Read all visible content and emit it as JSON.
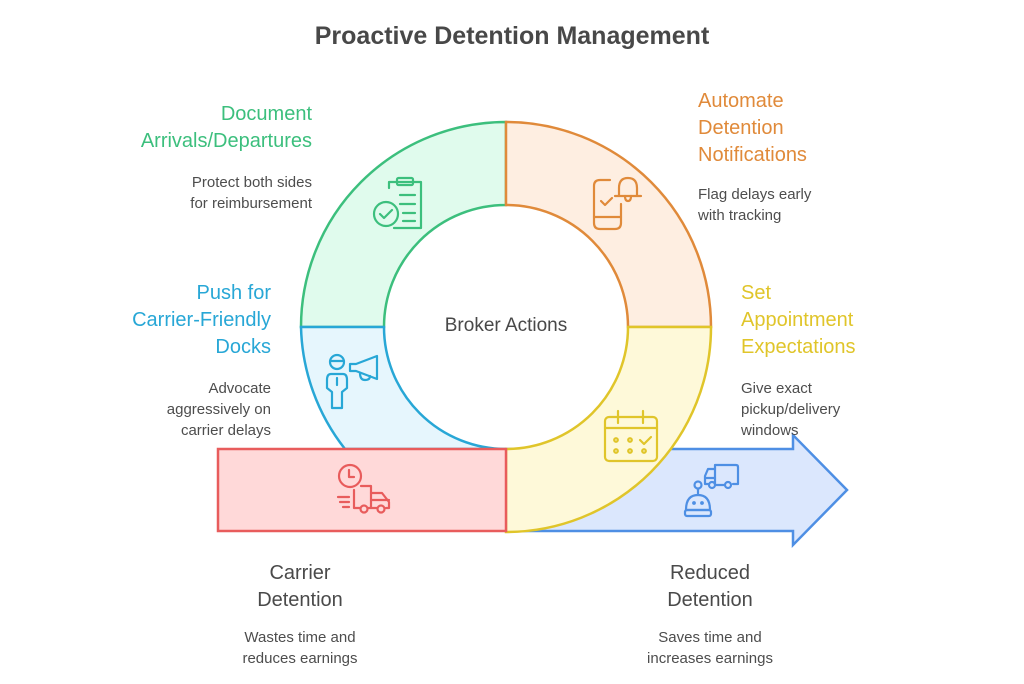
{
  "title": "Proactive Detention Management",
  "center": {
    "label": "Broker Actions"
  },
  "colors": {
    "green": "#3cbf7d",
    "green_fill": "#e0fbed",
    "orange": "#e08a3a",
    "orange_fill": "#feeee1",
    "blue": "#28a7d6",
    "blue_fill": "#e6f6fd",
    "yellow": "#e0c52a",
    "yellow_fill": "#fef9d9",
    "red": "#e85c5c",
    "red_fill": "#ffd9d9",
    "arrow": "#4e8fe4",
    "arrow_fill": "#dbe7fd"
  },
  "segments": [
    {
      "id": "document",
      "title_lines": [
        "Document",
        "Arrivals/Departures"
      ],
      "desc_lines": [
        "Protect both sides",
        "for reimbursement"
      ],
      "icon": "clipboard-check-icon"
    },
    {
      "id": "automate",
      "title_lines": [
        "Automate",
        "Detention",
        "Notifications"
      ],
      "desc_lines": [
        "Flag delays early",
        "with tracking"
      ],
      "icon": "phone-bell-icon"
    },
    {
      "id": "push",
      "title_lines": [
        "Push for",
        "Carrier-Friendly",
        "Docks"
      ],
      "desc_lines": [
        "Advocate",
        "aggressively on",
        "carrier delays"
      ],
      "icon": "person-megaphone-icon"
    },
    {
      "id": "appointments",
      "title_lines": [
        "Set",
        "Appointment",
        "Expectations"
      ],
      "desc_lines": [
        "Give exact",
        "pickup/delivery",
        "windows"
      ],
      "icon": "calendar-check-icon"
    }
  ],
  "outcomes": {
    "before": {
      "title_lines": [
        "Carrier",
        "Detention"
      ],
      "desc_lines": [
        "Wastes time and",
        "reduces earnings"
      ],
      "icon": "clock-truck-icon"
    },
    "after": {
      "title_lines": [
        "Reduced",
        "Detention"
      ],
      "desc_lines": [
        "Saves time and",
        "increases earnings"
      ],
      "icon": "robot-truck-icon"
    }
  }
}
